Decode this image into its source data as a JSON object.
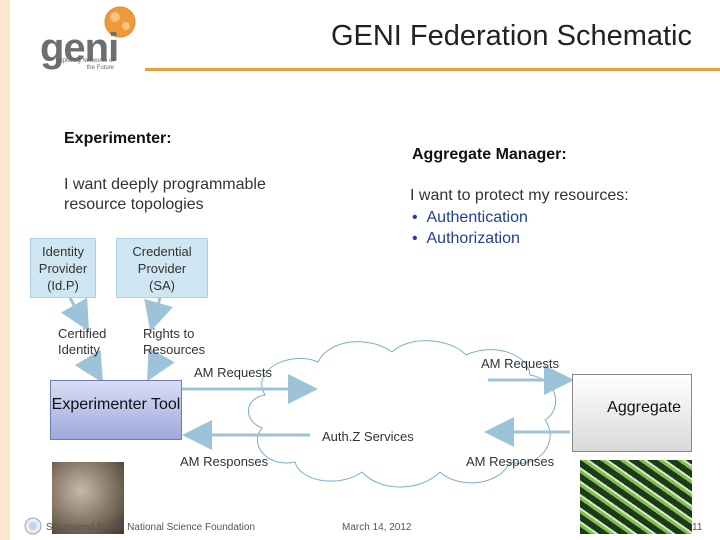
{
  "header": {
    "title": "GENI Federation Schematic",
    "logo_word": "geni",
    "logo_tagline": "Exploring Networks of the Future"
  },
  "experimenter": {
    "heading": "Experimenter:",
    "want": "I want deeply programmable resource topologies"
  },
  "aggregate_manager": {
    "heading": "Aggregate Manager:",
    "want": "I want to protect my resources:",
    "bullets": [
      "Authentication",
      "Authorization"
    ]
  },
  "identity_provider": "Identity Provider (Id.P)",
  "credential_provider": "Credential Provider (SA)",
  "certified_identity": "Certified Identity",
  "rights_to_resources": "Rights to Resources",
  "experimenter_tool": "Experimenter Tool",
  "aggregate": "Aggregate",
  "cloud_label": "Auth.Z Services",
  "am_requests_left": "AM Requests",
  "am_requests_right": "AM Requests",
  "am_responses_left": "AM Responses",
  "am_responses_right": "AM Responses",
  "footer": {
    "sponsor": "Sponsored by the National Science Foundation",
    "date": "March 14, 2012",
    "page": "11"
  },
  "colors": {
    "accent": "#ef9a3a",
    "bullet_text": "#1f3e9e",
    "box_fill": "#cfe7f3",
    "tool_fill": "#aab3e0",
    "arrow": "#9cc3d8"
  }
}
